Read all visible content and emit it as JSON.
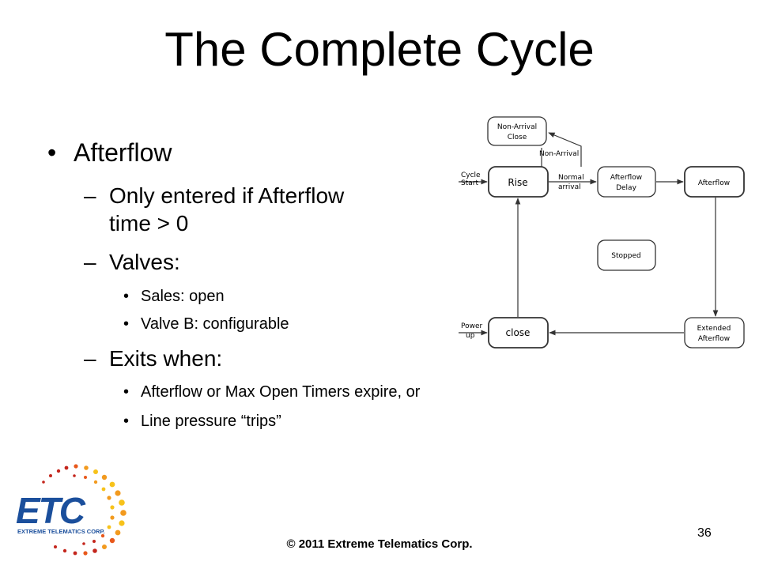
{
  "slide": {
    "title": "The Complete Cycle",
    "page_number": "36",
    "copyright": "© 2011 Extreme Telematics Corp."
  },
  "bullets": {
    "l1_marker": "•",
    "l2_marker": "–",
    "l3_marker": "•",
    "main": "Afterflow",
    "only_entered_line1": "Only entered if Afterflow",
    "only_entered_line2": "time > 0",
    "valves": "Valves:",
    "sales": "Sales: open",
    "valve_b": "Valve B: configurable",
    "exits_when": "Exits when:",
    "exit1": "Afterflow or Max Open Timers expire, or",
    "exit2": "Line pressure “trips”"
  },
  "diagram": {
    "states": {
      "non_arrival_close_1": "Non-Arrival",
      "non_arrival_close_2": "Close",
      "rise": "Rise",
      "afterflow_delay_1": "Afterflow",
      "afterflow_delay_2": "Delay",
      "afterflow": "Afterflow",
      "stopped": "Stopped",
      "close": "close",
      "extended_afterflow_1": "Extended",
      "extended_afterflow_2": "Afterflow"
    },
    "transitions": {
      "non_arrival": "Non-Arrival",
      "normal_1": "Normal",
      "normal_2": "arrival",
      "cycle_start_1": "Cycle",
      "cycle_start_2": "Start",
      "power_up_1": "Power",
      "power_up_2": "up"
    }
  },
  "logo": {
    "text": "ETC",
    "tagline": "EXTREME TELEMATICS CORP."
  },
  "colors": {
    "logo_blue": "#1b4f9c",
    "logo_orange": "#f29a1e",
    "logo_red": "#c4261d",
    "logo_yellow": "#f7c21a"
  }
}
